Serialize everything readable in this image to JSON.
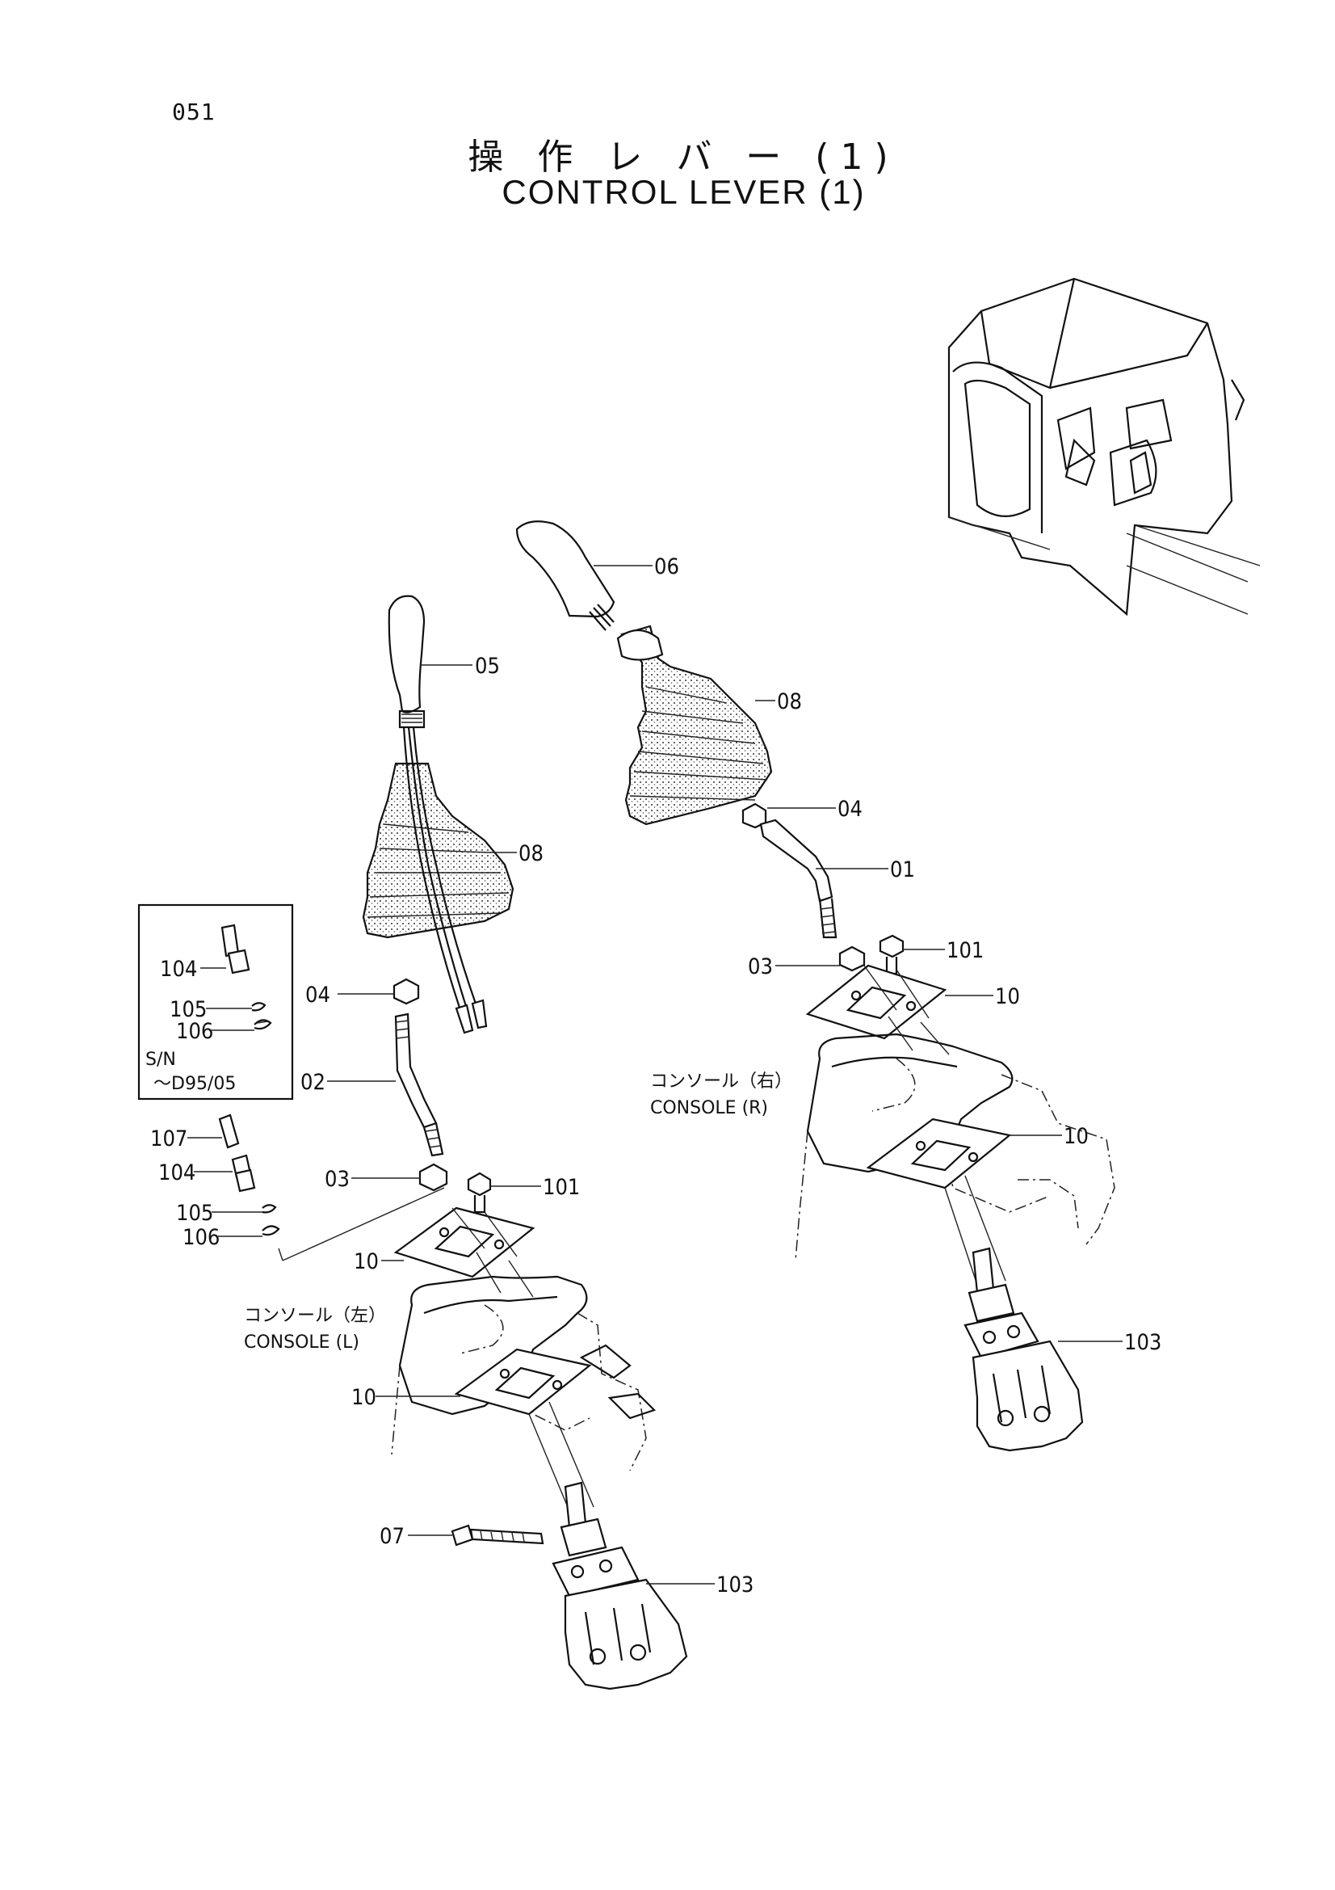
{
  "page": {
    "number": "051",
    "title_jp": "操 作 レ バ ー (1)",
    "title_en": "CONTROL LEVER (1)"
  },
  "inset": {
    "sn_label": "S/N",
    "sn_range": "～D95/05"
  },
  "consoles": {
    "right_jp": "コンソール（右）",
    "right_en": "CONSOLE (R)",
    "left_jp": "コンソール（左）",
    "left_en": "CONSOLE (L)"
  },
  "callouts": {
    "p06": "06",
    "p05": "05",
    "p08_r": "08",
    "p08_l": "08",
    "p04_r": "04",
    "p04_l": "04",
    "p01": "01",
    "p02": "02",
    "p03_r": "03",
    "p03_l": "03",
    "p101_r": "101",
    "p101_l": "101",
    "p10_r1": "10",
    "p10_r2": "10",
    "p10_l1": "10",
    "p10_l2": "10",
    "p103_r": "103",
    "p103_l": "103",
    "p07": "07",
    "p104_a": "104",
    "p105_a": "105",
    "p106_a": "106",
    "p107": "107",
    "p104_b": "104",
    "p105_b": "105",
    "p106_b": "106"
  }
}
